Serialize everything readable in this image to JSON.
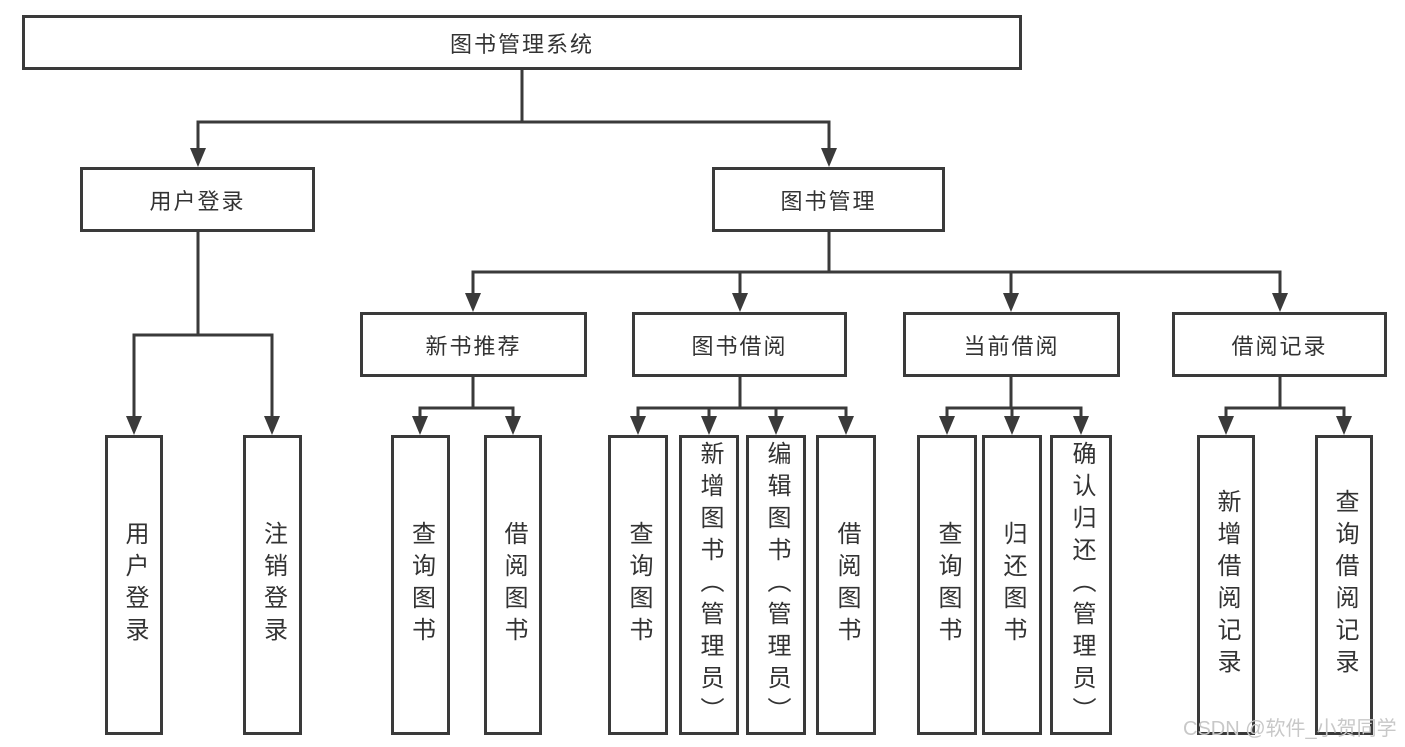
{
  "tree": {
    "root": {
      "label": "图书管理系统",
      "children": [
        {
          "label": "用户登录",
          "children": [
            {
              "label": "用户登录"
            },
            {
              "label": "注销登录"
            }
          ]
        },
        {
          "label": "图书管理",
          "children": [
            {
              "label": "新书推荐",
              "children": [
                {
                  "label": "查询图书"
                },
                {
                  "label": "借阅图书"
                }
              ]
            },
            {
              "label": "图书借阅",
              "children": [
                {
                  "label": "查询图书"
                },
                {
                  "label": "新增图书（管理员）"
                },
                {
                  "label": "编辑图书（管理员）"
                },
                {
                  "label": "借阅图书"
                }
              ]
            },
            {
              "label": "当前借阅",
              "children": [
                {
                  "label": "查询图书"
                },
                {
                  "label": "归还图书"
                },
                {
                  "label": "确认归还（管理员）"
                }
              ]
            },
            {
              "label": "借阅记录",
              "children": [
                {
                  "label": "新增借阅记录"
                },
                {
                  "label": "查询借阅记录"
                }
              ]
            }
          ]
        }
      ]
    }
  },
  "watermark": "CSDN @软件_小贺同学",
  "colors": {
    "line": "#3a3a3a",
    "text": "#333333",
    "watermark": "#c8c8c8"
  }
}
